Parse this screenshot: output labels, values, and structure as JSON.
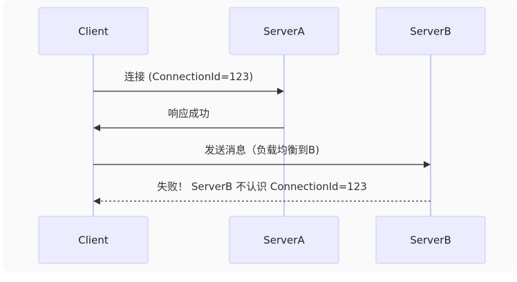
{
  "actors": [
    {
      "id": "client",
      "label": "Client"
    },
    {
      "id": "serverA",
      "label": "ServerA"
    },
    {
      "id": "serverB",
      "label": "ServerB"
    }
  ],
  "messages": [
    {
      "from": "client",
      "to": "serverA",
      "label": "连接 (ConnectionId=123)",
      "style": "solid"
    },
    {
      "from": "serverA",
      "to": "client",
      "label": "响应成功",
      "style": "solid"
    },
    {
      "from": "client",
      "to": "serverB",
      "label": "发送消息（负载均衡到B)",
      "style": "solid"
    },
    {
      "from": "serverB",
      "to": "client",
      "label": "失败！ ServerB 不认识 ConnectionId=123",
      "style": "dotted"
    }
  ],
  "colors": {
    "actor_fill": "#ececff",
    "actor_stroke": "#c9c8f2",
    "lifeline": "#c9c8f2",
    "message": "#333333",
    "background": "#fafafa"
  }
}
